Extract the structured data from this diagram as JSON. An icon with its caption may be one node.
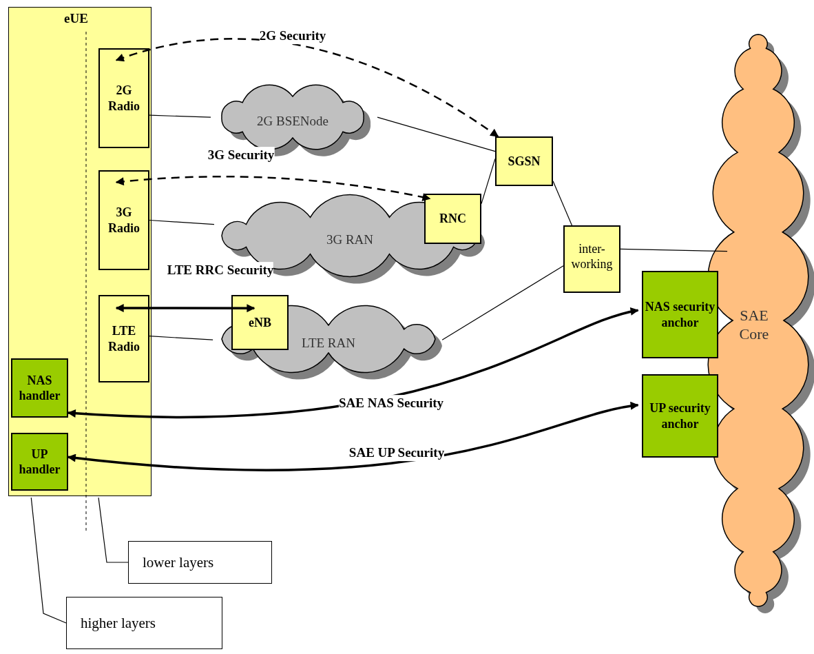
{
  "diagram": {
    "nodes": [
      {
        "text": [
          "eUE"
        ]
      },
      {
        "text": [
          "2G Radio"
        ],
        "in": 0
      },
      {
        "text": [
          "3G Radio"
        ],
        "in": 0
      },
      {
        "text": [
          "LTE Radio"
        ],
        "in": 0
      },
      {
        "text": [
          "NAS handler"
        ],
        "in": 0
      },
      {
        "text": [
          "UP handler"
        ],
        "in": 0
      },
      {
        "text": [
          "2G BSENode"
        ]
      },
      {
        "text": [
          "3G RAN"
        ]
      },
      {
        "text": [
          "RNC"
        ]
      },
      {
        "text": [
          "LTE RAN"
        ]
      },
      {
        "text": [
          "eNB"
        ]
      },
      {
        "text": [
          "SGSN"
        ]
      },
      {
        "text": [
          "inter- working"
        ]
      },
      {
        "text": [
          "SAE Core"
        ]
      },
      {
        "text": [
          "NAS security anchor"
        ]
      },
      {
        "text": [
          "UP security anchor"
        ]
      },
      {
        "text": [
          "lower layers"
        ]
      },
      {
        "text": [
          "higher layers"
        ]
      }
    ],
    "edges": [
      {
        "from": 1,
        "to": 6,
        "arrow": "none"
      },
      {
        "from": 6,
        "to": 11,
        "arrow": "none"
      },
      {
        "from": 2,
        "to": 7,
        "arrow": "none"
      },
      {
        "from": 8,
        "to": 11,
        "arrow": "none"
      },
      {
        "from": 3,
        "to": 9,
        "arrow": "none"
      },
      {
        "from": 11,
        "to": 12,
        "arrow": "none"
      },
      {
        "from": 9,
        "to": 12,
        "arrow": "none"
      },
      {
        "from": 12,
        "to": 13,
        "arrow": "none"
      },
      {
        "from": 1,
        "to": 11,
        "arrow": "both",
        "label": "2G Security",
        "style": "dashed"
      },
      {
        "from": 2,
        "to": 8,
        "arrow": "both",
        "label": "3G Security",
        "style": "dashed"
      },
      {
        "from": 3,
        "to": 10,
        "arrow": "both",
        "label": "LTE RRC Security",
        "style": "thick"
      },
      {
        "from": 4,
        "to": 14,
        "arrow": "both",
        "label": "SAE NAS Security",
        "style": "thick"
      },
      {
        "from": 5,
        "to": 15,
        "arrow": "both",
        "label": "SAE UP Security",
        "style": "thick"
      },
      {
        "from": 16,
        "to": 0,
        "arrow": "none"
      },
      {
        "from": 17,
        "to": 0,
        "arrow": "none"
      }
    ]
  }
}
